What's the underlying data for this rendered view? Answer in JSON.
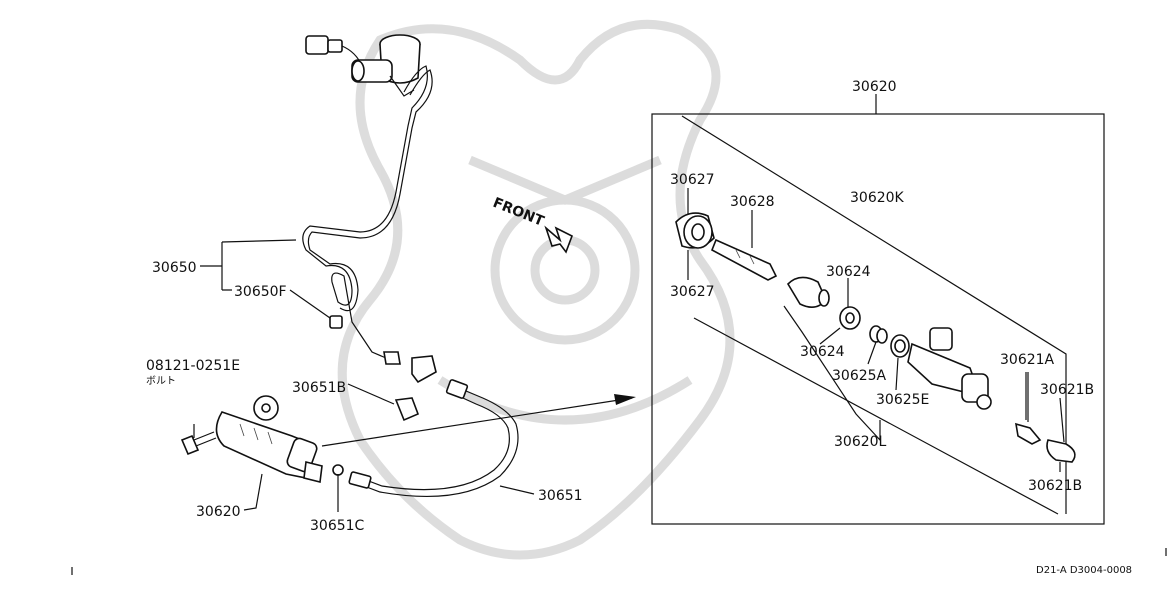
{
  "labels": {
    "assembly": "30620",
    "front": "FRONT",
    "p30627_top": "30627",
    "p30627_bot": "30627",
    "p30628": "30628",
    "p30620K": "30620K",
    "p30624_a": "30624",
    "p30624_b": "30624",
    "p30625A": "30625A",
    "p30625E": "30625E",
    "p30620L": "30620L",
    "p30621A": "30621A",
    "p30621B_a": "30621B",
    "p30621B_b": "30621B",
    "p30650": "30650",
    "p30650F": "30650F",
    "p08121": "08121-0251E",
    "p08121_sub": "ボルト",
    "p30651B": "30651B",
    "p30620": "30620",
    "p30651C": "30651C",
    "p30651": "30651",
    "doc_code": "D21-A D3004-0008"
  },
  "watermark": "samurai-helmet-logo"
}
